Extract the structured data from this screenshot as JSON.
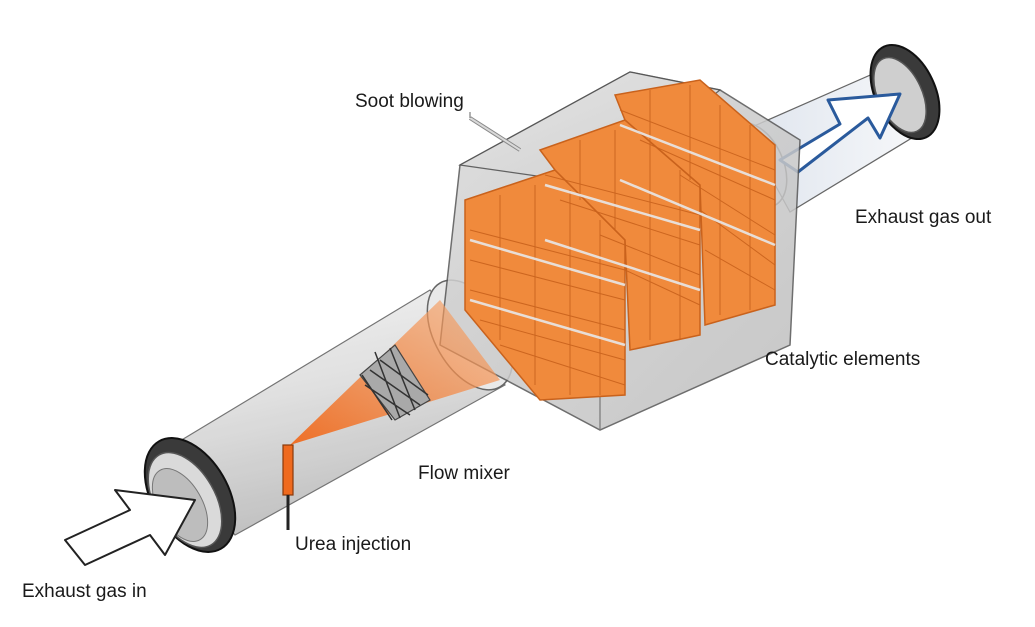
{
  "labels": {
    "soot_blowing": "Soot blowing",
    "exhaust_out": "Exhaust gas out",
    "catalytic": "Catalytic elements",
    "flow_mixer": "Flow mixer",
    "urea_injection": "Urea injection",
    "exhaust_in": "Exhaust gas in"
  },
  "colors": {
    "catalyst": "#f08a3c",
    "catalyst_dark": "#c9621c",
    "spray": "#ef6a1e",
    "arrow_out": "#2a5a9c",
    "housing": "#d8d8d8"
  }
}
